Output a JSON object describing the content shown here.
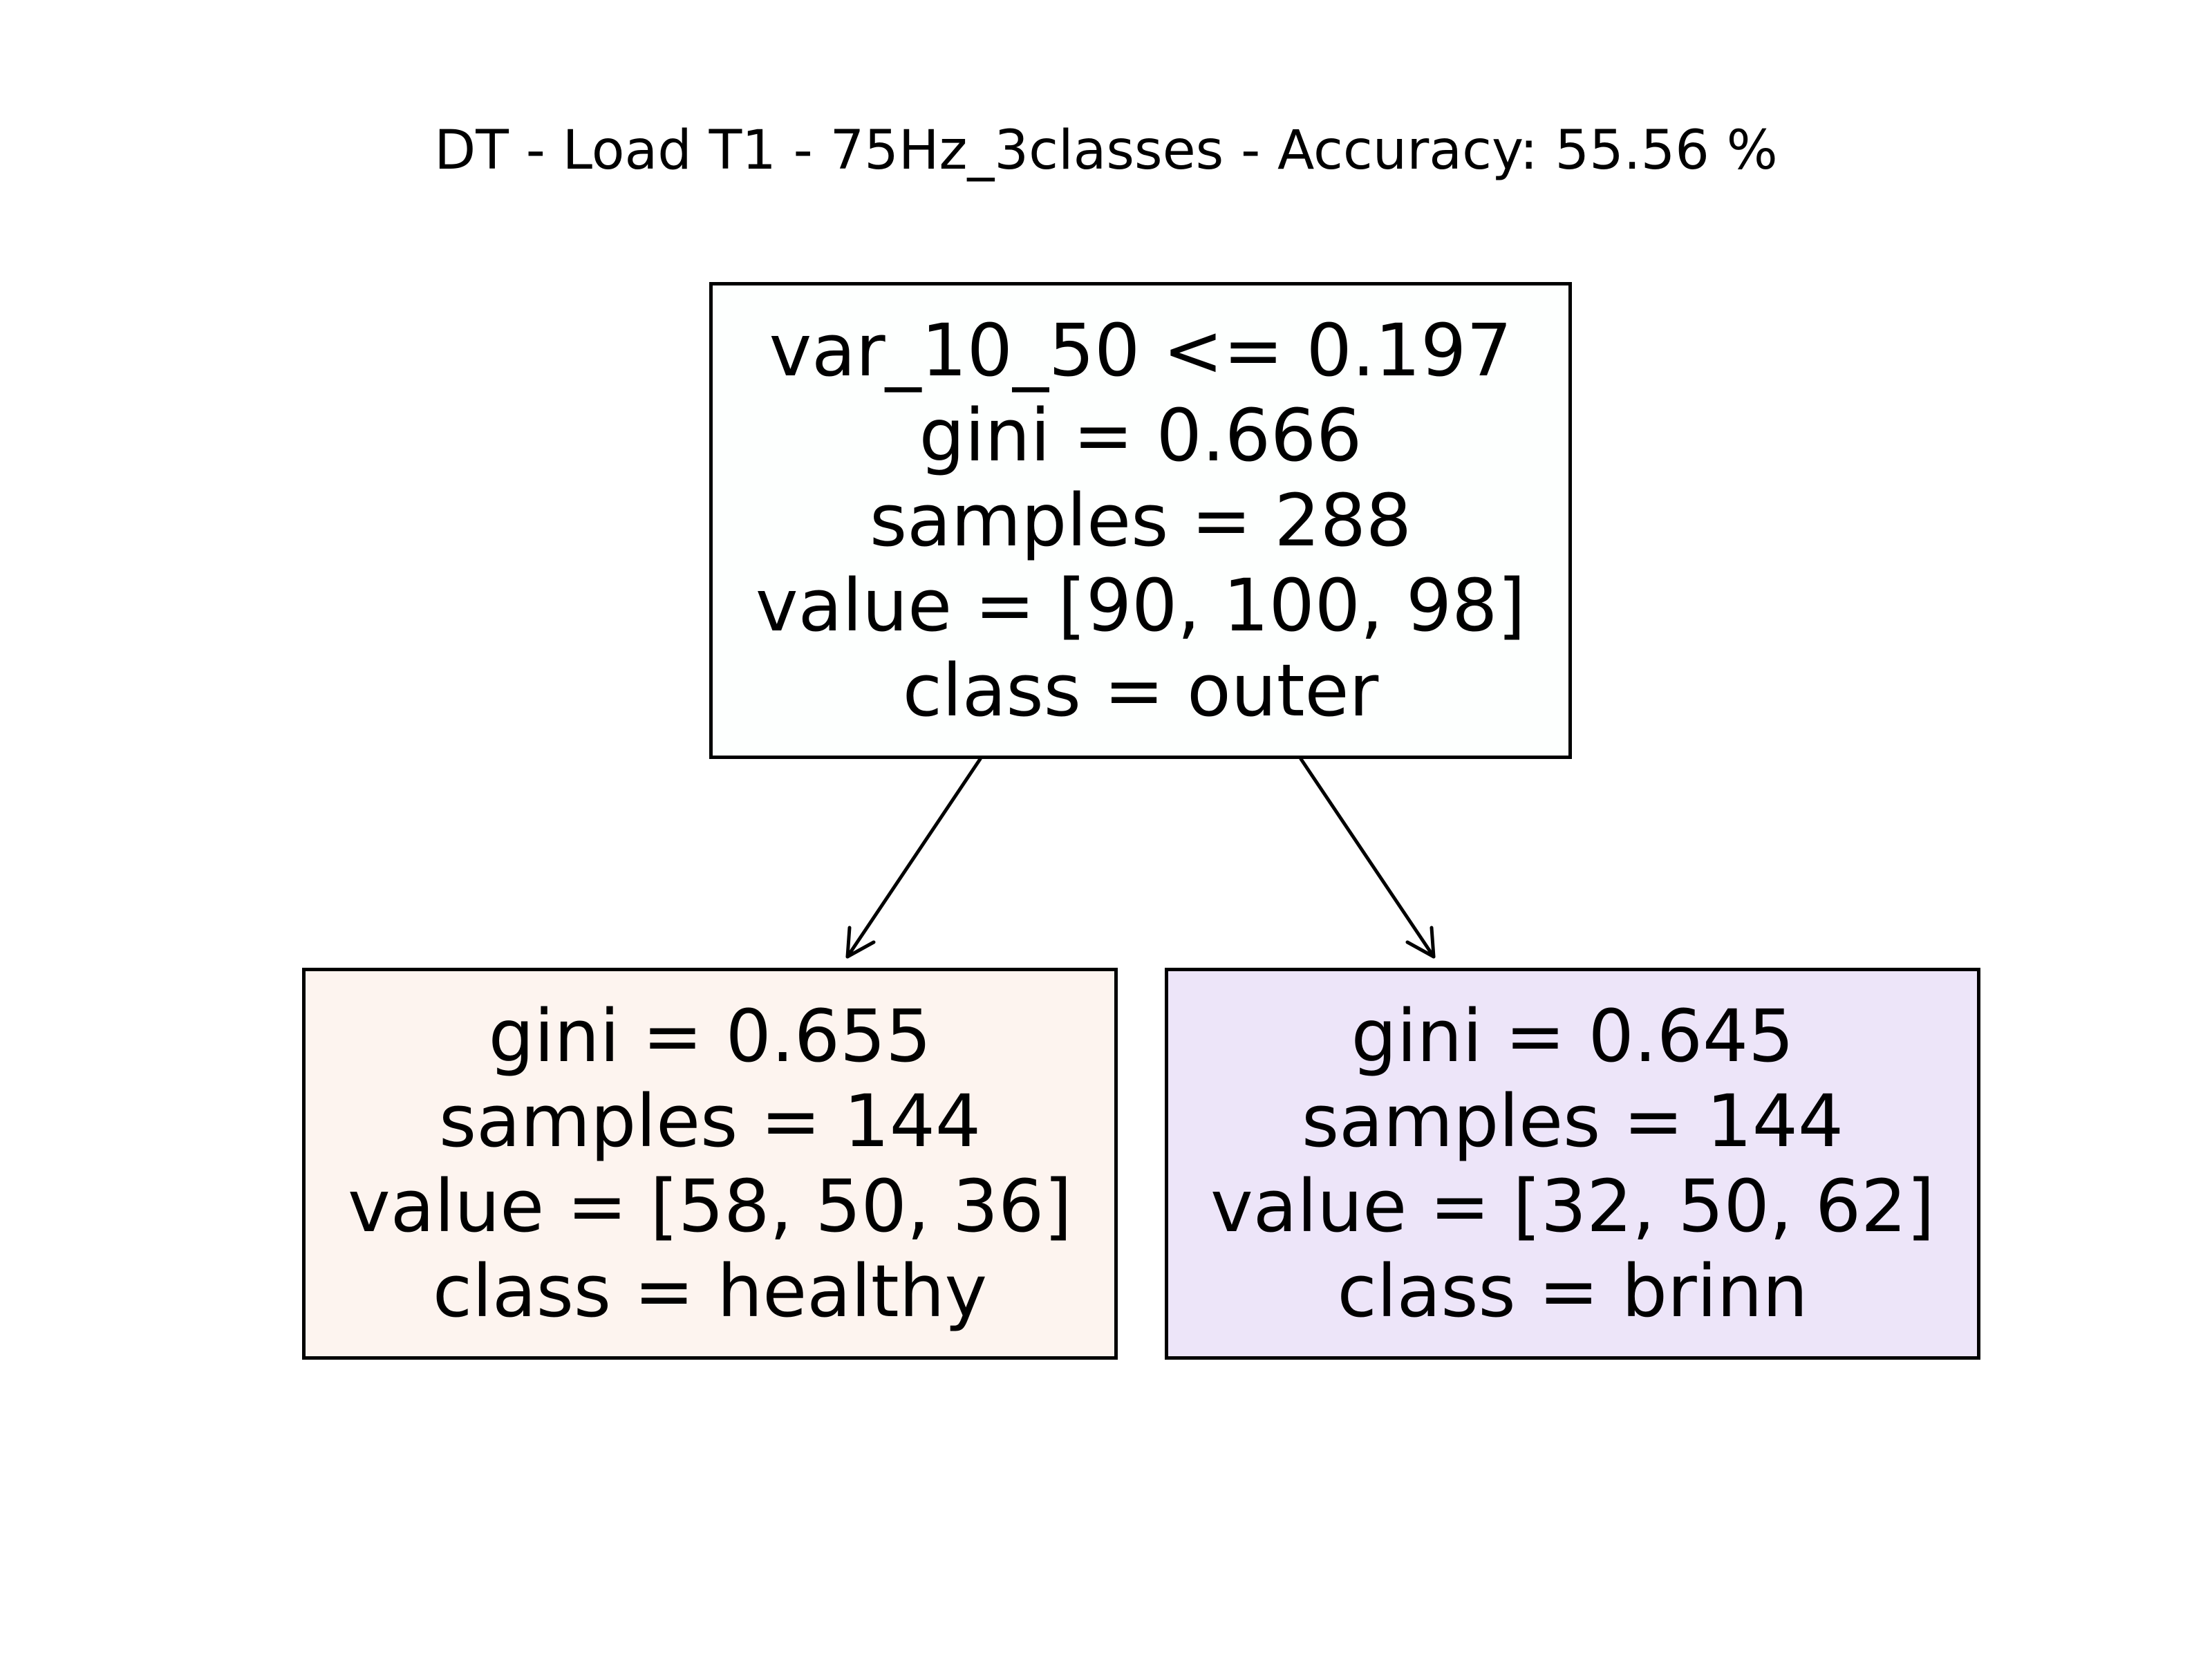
{
  "title": "DT - Load T1 - 75Hz_3classes - Accuracy: 55.56 %",
  "tree": {
    "root": {
      "split": "var_10_50 <= 0.197",
      "gini": "gini = 0.666",
      "samples": "samples = 288",
      "value": "value = [90, 100, 98]",
      "class": "class = outer",
      "color": "#fdfffe"
    },
    "left": {
      "gini": "gini = 0.655",
      "samples": "samples = 144",
      "value": "value = [58, 50, 36]",
      "class": "class = healthy",
      "color": "#fdf4ef"
    },
    "right": {
      "gini": "gini = 0.645",
      "samples": "samples = 144",
      "value": "value = [32, 50, 62]",
      "class": "class = brinn",
      "color": "#ede5f9"
    }
  },
  "colors": {
    "border": "#000000",
    "background": "#ffffff"
  },
  "icons": {
    "edge-left": "arrow-down-left-icon",
    "edge-right": "arrow-down-right-icon"
  }
}
